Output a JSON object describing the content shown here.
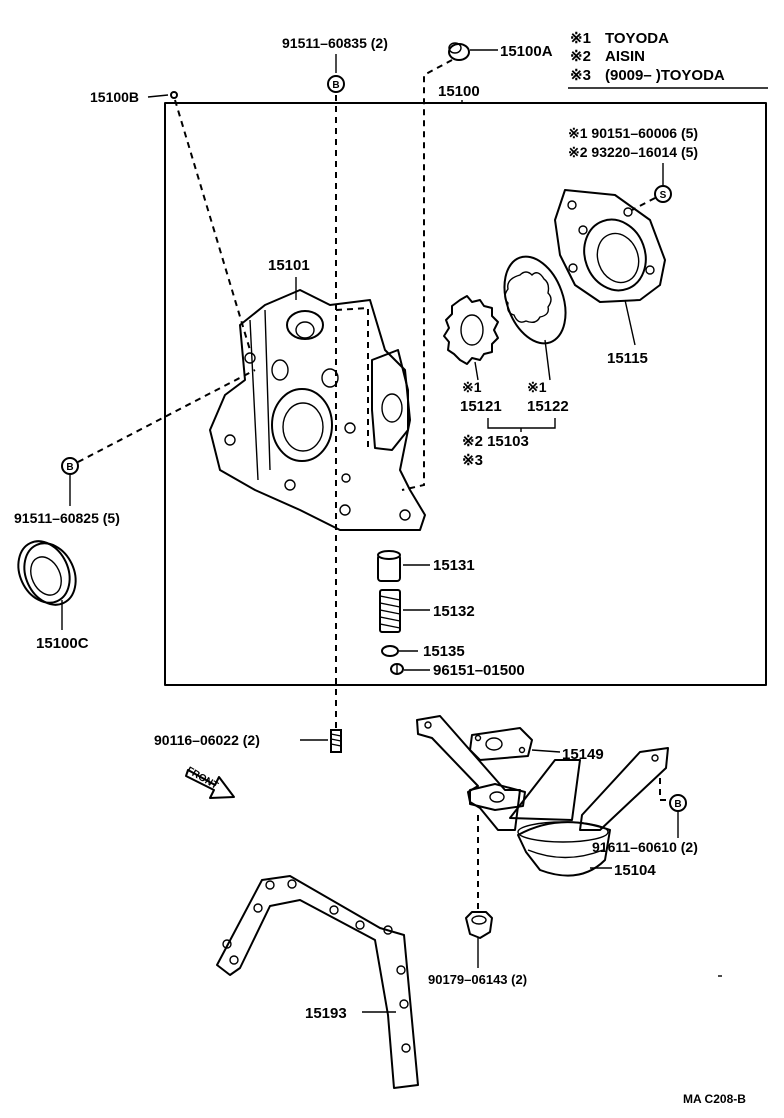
{
  "legend": [
    {
      "mark": "※1",
      "text": "TOYODA"
    },
    {
      "mark": "※2",
      "text": "AISIN"
    },
    {
      "mark": "※3",
      "text": "(9009–    )TOYODA"
    }
  ],
  "labels": {
    "p91511_60835": "91511–60835 (2)",
    "p15100A": "15100A",
    "p15100B": "15100B",
    "p15100": "15100",
    "n1_90151": "※1  90151–60006 (5)",
    "n2_93220": "※2  93220–16014 (5)",
    "p15101": "15101",
    "p15115": "15115",
    "n1_a": "※1",
    "n1_b": "※1",
    "p15121": "15121",
    "p15122": "15122",
    "n2_15103": "※2  15103",
    "n3": "※3",
    "p91511_60825": "91511–60825 (5)",
    "p15100C": "15100C",
    "p15131": "15131",
    "p15132": "15132",
    "p15135": "15135",
    "p96151": "96151–01500",
    "p90116": "90116–06022 (2)",
    "p15149": "15149",
    "front": "FRONT",
    "p91611": "91611–60610 (2)",
    "p15104": "15104",
    "p90179": "90179–06143 (2)",
    "p15193": "15193",
    "page_code": "MA  C208-B"
  },
  "markers": {
    "bolt_b": "B",
    "screw_s": "S"
  }
}
